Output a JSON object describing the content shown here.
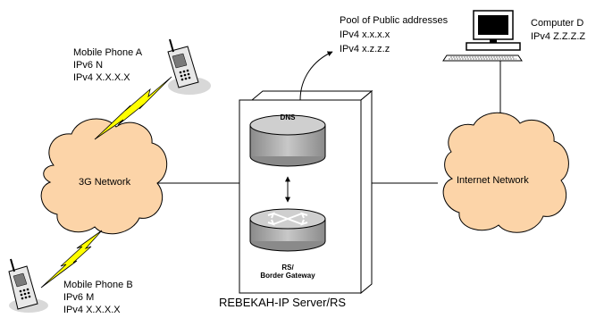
{
  "nodes": {
    "network_3g": {
      "label": "3G Network"
    },
    "internet": {
      "label": "Internet Network"
    },
    "server": {
      "caption": "REBEKAH-IP Server/RS",
      "dns_label": "DNS",
      "router_label_line1": "RS/",
      "router_label_line2": "Border Gateway"
    },
    "mobile_a": {
      "line1": "Mobile Phone A",
      "line2": "IPv6 N",
      "line3": "IPv4 X.X.X.X"
    },
    "mobile_b": {
      "line1": "Mobile Phone B",
      "line2": "IPv6 M",
      "line3": "IPv4 X.X.X.X"
    },
    "computer_d": {
      "line1": "Computer D",
      "line2": "IPv4 Z.Z.Z.Z"
    },
    "pool": {
      "line1": "Pool of Public addresses",
      "line2": "IPv4 x.x.x.x",
      "line3": "IPv4 x.z.z.z"
    }
  },
  "colors": {
    "cloud_fill": "#fcd4a8",
    "lightning": "#ffff00",
    "device_gray": "#b8b8b8"
  }
}
